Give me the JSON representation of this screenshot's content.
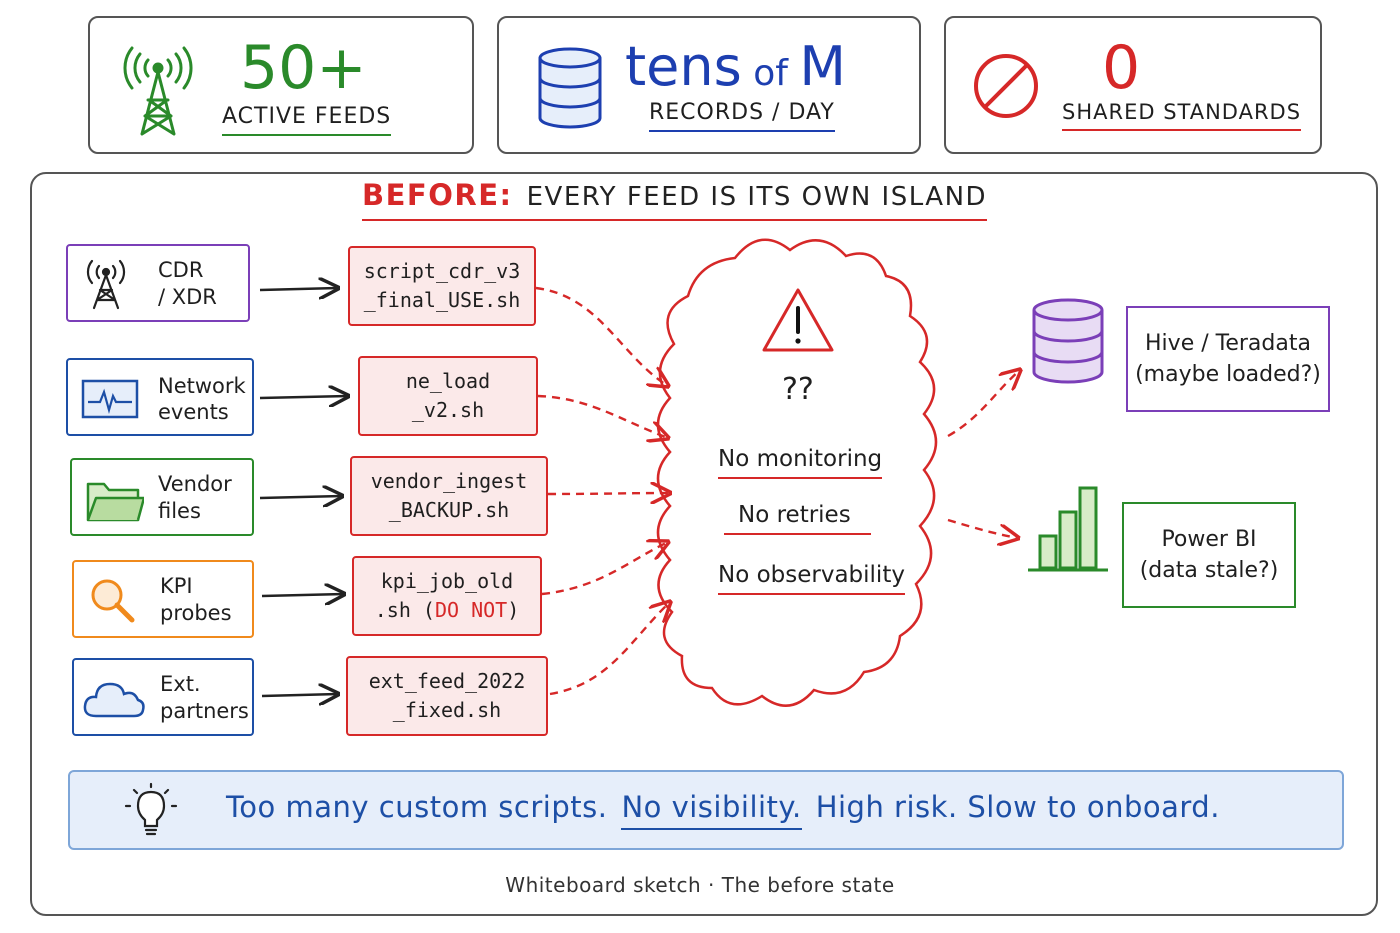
{
  "stats": [
    {
      "number": "50+",
      "label": "ACTIVE FEEDS",
      "color": "#2a8a2a",
      "icon": "radio-tower-icon"
    },
    {
      "number_main": "tens",
      "number_mid": " of ",
      "number_end": "M",
      "label": "RECORDS / DAY",
      "color": "#1d3fb0",
      "icon": "database-icon"
    },
    {
      "number": "0",
      "label": "SHARED STANDARDS",
      "color": "#d62828",
      "icon": "no-entry-icon"
    }
  ],
  "title": {
    "lead": "BEFORE:",
    "rest": "EVERY FEED IS ITS OWN ISLAND"
  },
  "sources": [
    {
      "label": "CDR\n/ XDR",
      "color": "#7b3fb8",
      "icon": "radio-tower-icon"
    },
    {
      "label": "Network\nevents",
      "color": "#1d4fa6",
      "icon": "monitor-pulse-icon"
    },
    {
      "label": "Vendor\nfiles",
      "color": "#2a8a2a",
      "icon": "folder-icon"
    },
    {
      "label": "KPI\nprobes",
      "color": "#f08a1c",
      "icon": "magnifier-icon"
    },
    {
      "label": "Ext.\npartners",
      "color": "#1d4fa6",
      "icon": "cloud-icon"
    }
  ],
  "scripts": [
    {
      "line1": "script_cdr_v3",
      "line2": "_final_USE.sh"
    },
    {
      "line1": "ne_load",
      "line2": "_v2.sh"
    },
    {
      "line1": "vendor_ingest",
      "line2": "_BACKUP.sh"
    },
    {
      "line1": "kpi_job_old",
      "line2_pre": ".sh (",
      "line2_warn": "DO NOT",
      "line2_post": ")"
    },
    {
      "line1": "ext_feed_2022",
      "line2": "_fixed.sh"
    }
  ],
  "cloud": {
    "question": "??",
    "issues": [
      "No monitoring",
      "No retries",
      "No observability"
    ]
  },
  "destinations": [
    {
      "label": "Hive / Teradata\n(maybe loaded?)",
      "color": "#7b3fb8",
      "icon": "database-icon"
    },
    {
      "label": "Power BI\n(data stale?)",
      "color": "#2a8a2a",
      "icon": "bar-chart-icon"
    }
  ],
  "banner": {
    "part1": "Too many custom scripts.",
    "part2": "No visibility.",
    "part3": "High risk. Slow to onboard.",
    "icon": "lightbulb-icon"
  },
  "footer": "Whiteboard sketch · The before state"
}
